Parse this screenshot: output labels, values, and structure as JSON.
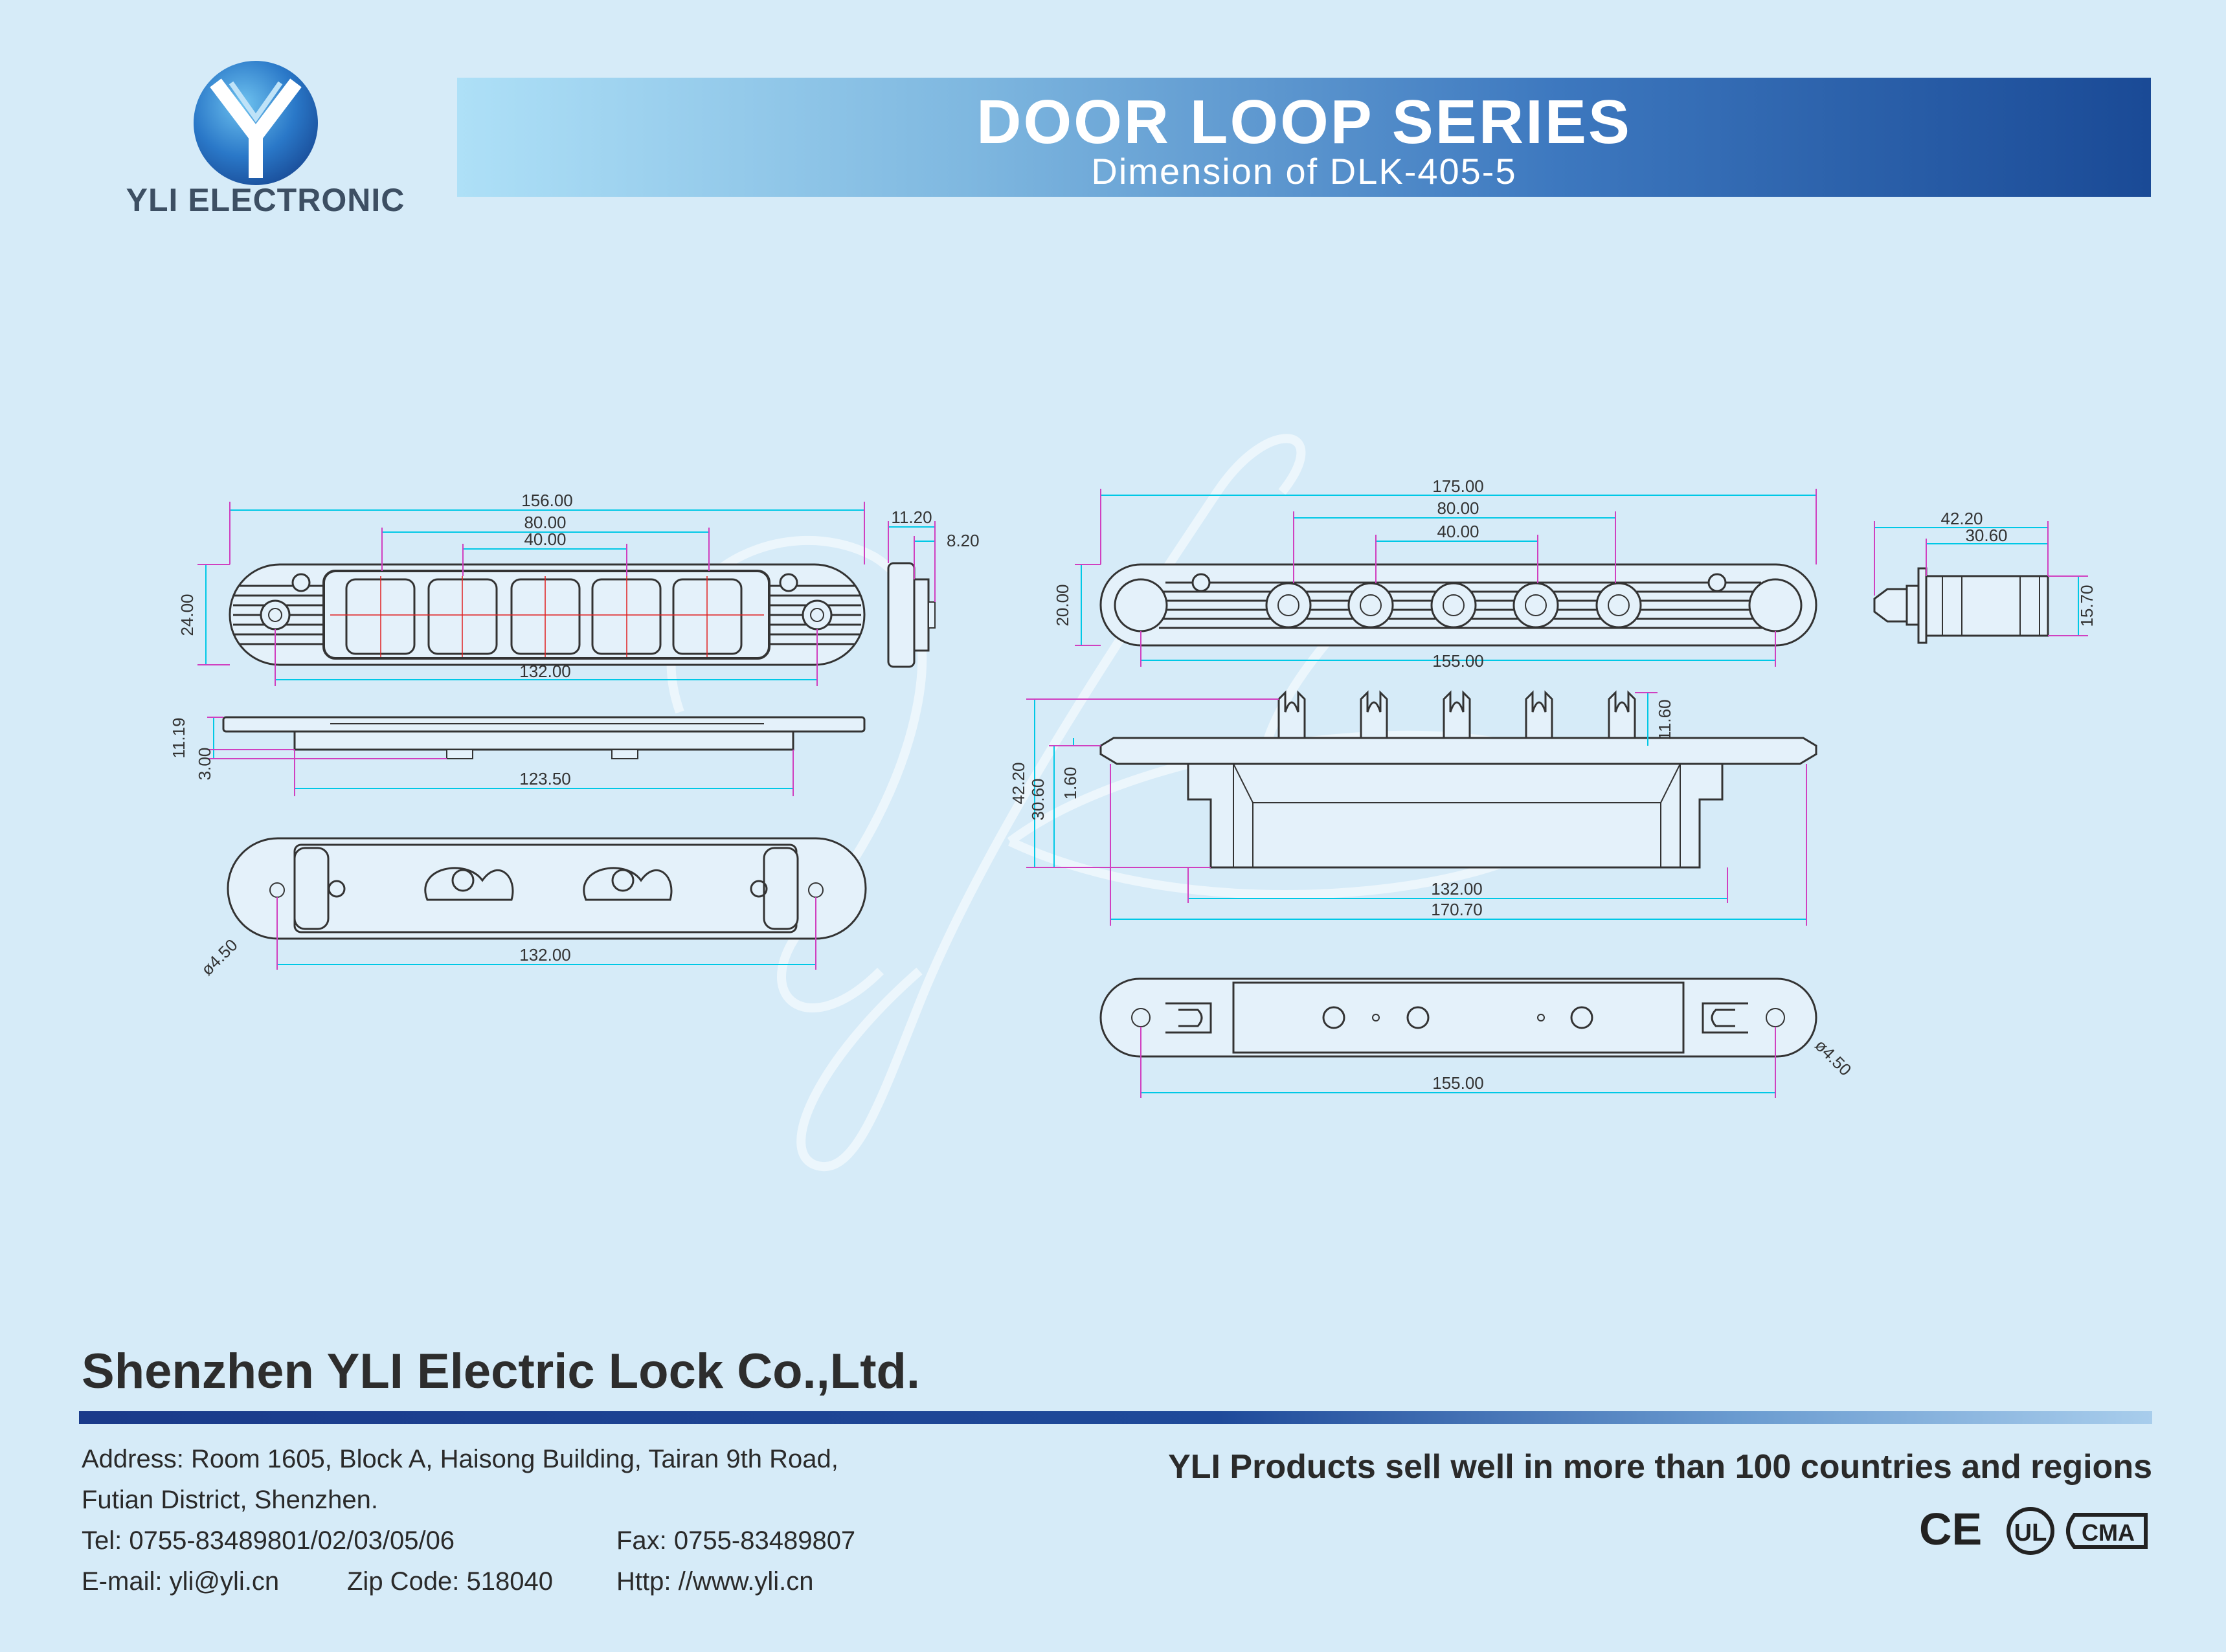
{
  "brand": {
    "name": "YLI ELECTRONIC",
    "logo_icon": "yli-y-logo"
  },
  "banner": {
    "title": "DOOR LOOP SERIES",
    "subtitle": "Dimension of DLK-405-5"
  },
  "watermark": "yli",
  "drawing_left": {
    "front_dims": {
      "overall": "156.00",
      "pitch_outer": "80.00",
      "pitch_inner": "40.00",
      "height": "24.00",
      "holes": "132.00"
    },
    "side_dims": {
      "thickness": "11.20",
      "step": "8.20"
    },
    "profile_dims": {
      "h1": "11.19",
      "h2": "3.00",
      "base": "123.50"
    },
    "back_dims": {
      "hole_dia": "ø4.50",
      "holes": "132.00"
    }
  },
  "drawing_right": {
    "front_dims": {
      "overall": "175.00",
      "pitch_outer": "80.00",
      "pitch_inner": "40.00",
      "height": "20.00",
      "holes": "155.00"
    },
    "side_dims": {
      "length": "42.20",
      "body": "30.60",
      "dia": "15.70"
    },
    "profile_dims": {
      "pin": "11.60",
      "total": "42.20",
      "body": "30.60",
      "plate": "1.60",
      "inner": "132.00",
      "outer": "170.70"
    },
    "back_dims": {
      "hole_dia": "ø4.50",
      "holes": "155.00"
    }
  },
  "footer": {
    "company": "Shenzhen YLI Electric Lock Co.,Ltd.",
    "address_line1": "Address: Room 1605, Block A, Haisong Building, Tairan 9th Road,",
    "address_line2": "Futian District, Shenzhen.",
    "tel": "Tel: 0755-83489801/02/03/05/06",
    "fax": "Fax: 0755-83489807",
    "email": "E-mail: yli@yli.cn",
    "zip": "Zip Code: 518040",
    "web": "Http: //www.yli.cn",
    "slogan": "YLI Products sell well in more than 100 countries and regions",
    "certifications": [
      "CE",
      "UL",
      "CMA"
    ]
  },
  "colors": {
    "background": "#d6ebf8",
    "banner_dark": "#1a4a96",
    "dim_cyan": "#00c8e6",
    "dim_magenta": "#d040c0",
    "line": "#333333"
  }
}
